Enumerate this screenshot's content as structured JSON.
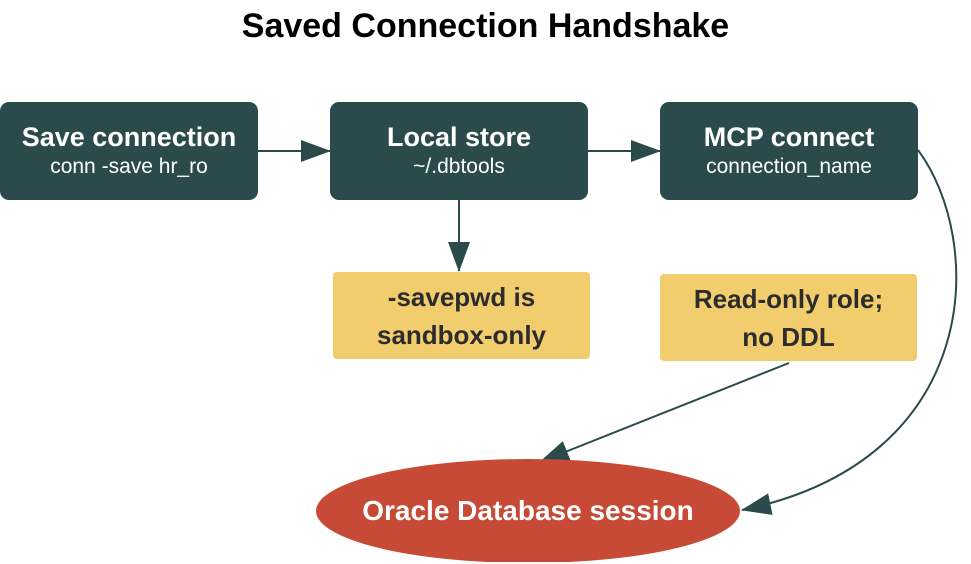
{
  "title": "Saved Connection Handshake",
  "nodes": {
    "save_connection": {
      "label": "Save connection",
      "sublabel": "conn -save hr_ro"
    },
    "local_store": {
      "label": "Local store",
      "sublabel": "~/.dbtools"
    },
    "mcp_connect": {
      "label": "MCP connect",
      "sublabel": "connection_name"
    },
    "savepwd_note": {
      "label": "-savepwd is\nsandbox-only"
    },
    "readonly_note": {
      "label": "Read-only role;\nno DDL"
    },
    "oracle_session": {
      "label": "Oracle Database session"
    }
  },
  "colors": {
    "node_fill": "#2a4a4b",
    "note_fill": "#f2cd6e",
    "session_fill": "#c64a36",
    "edge": "#2a4a4b"
  }
}
